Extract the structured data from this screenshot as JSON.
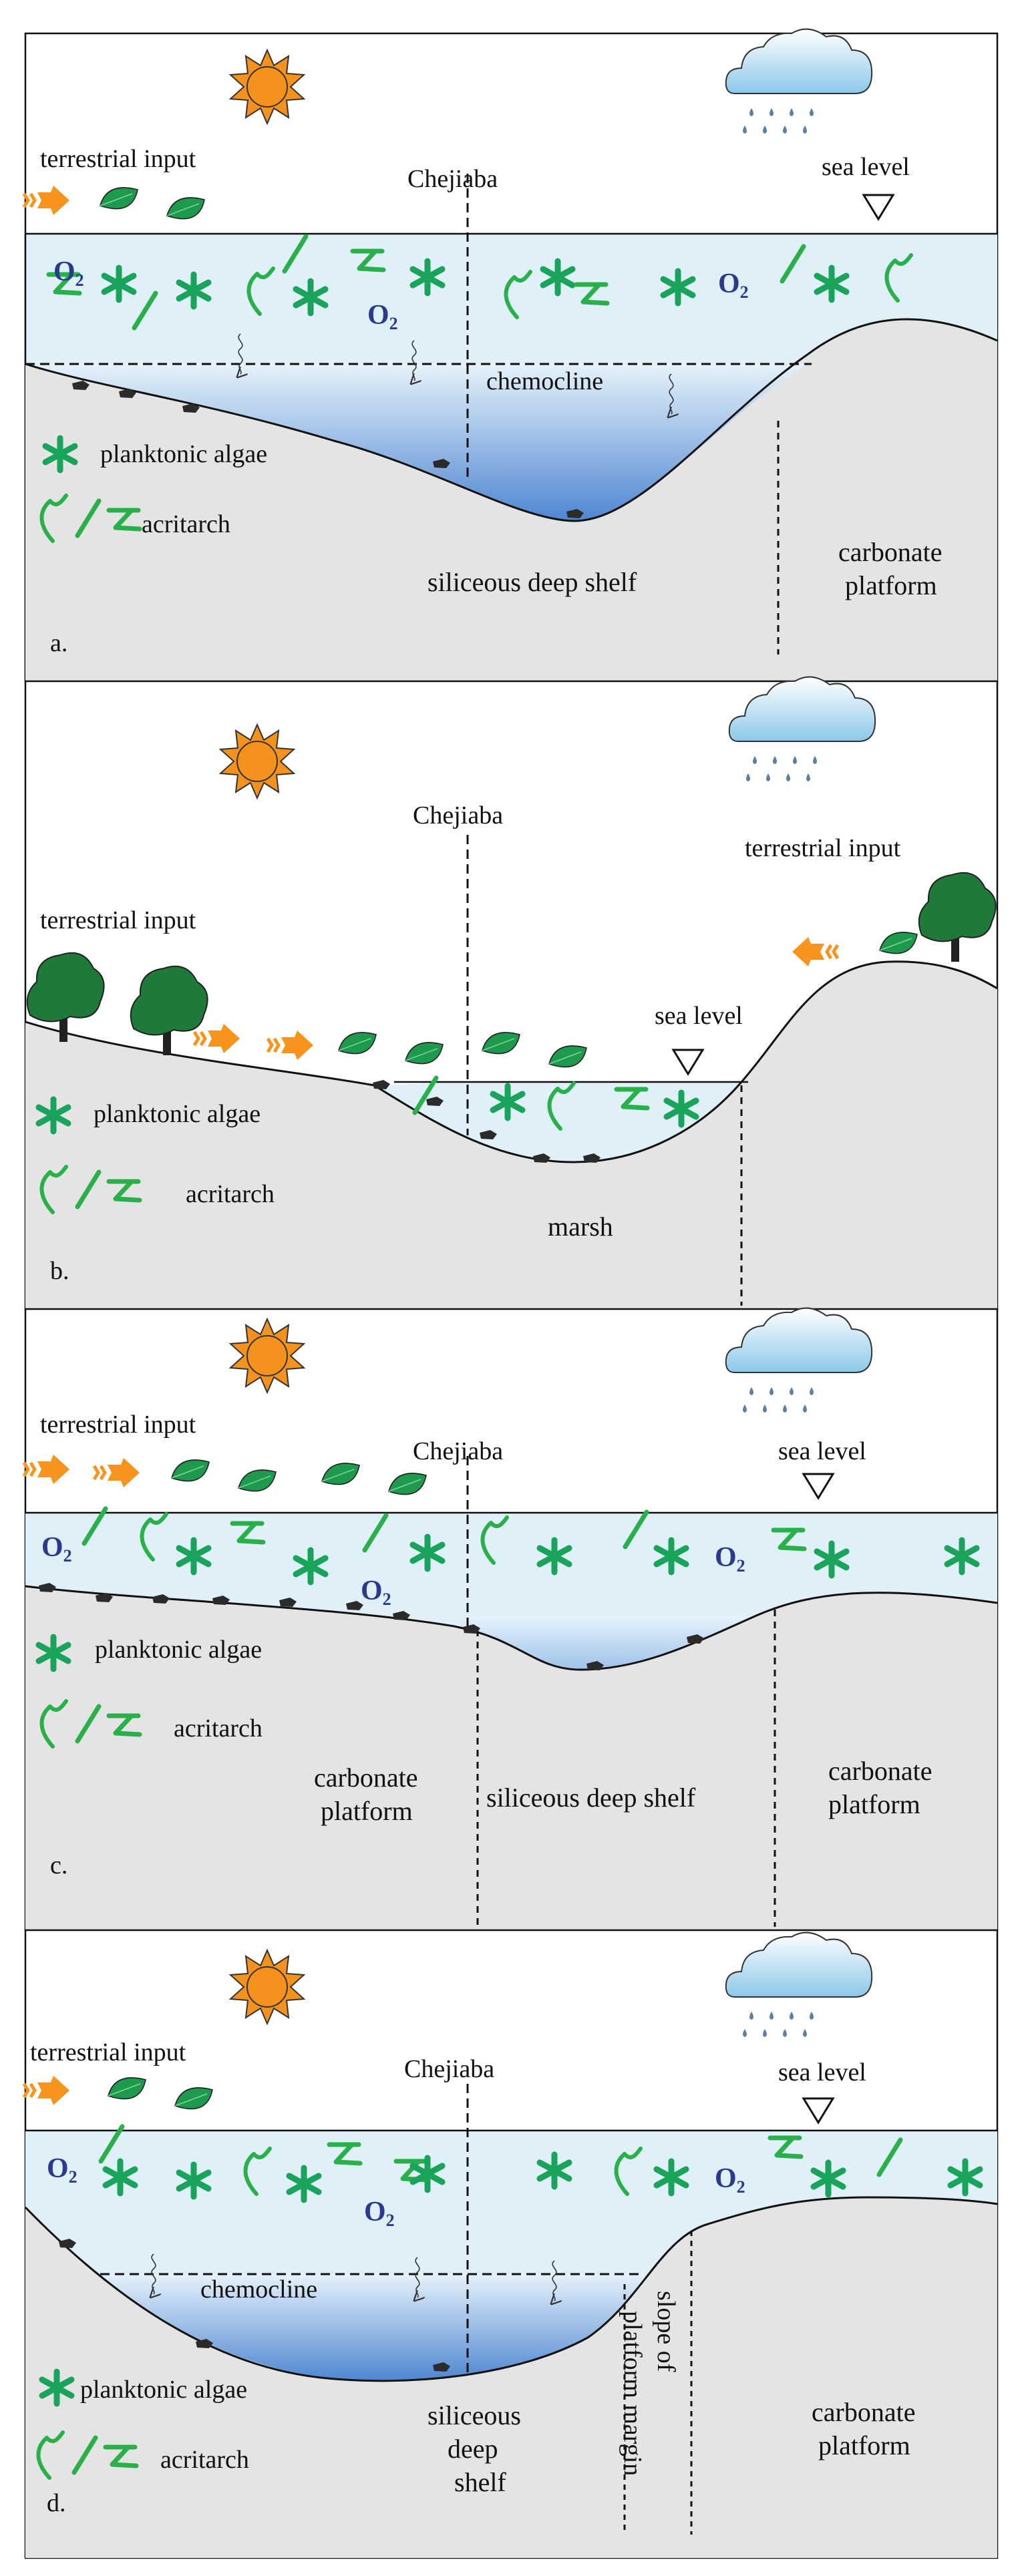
{
  "panels": [
    {
      "id": "a",
      "panel_label": "a.",
      "terrestrial_input": "terrestrial input",
      "location": "Chejiaba",
      "sea_level": "sea level",
      "chemocline": "chemocline",
      "legend": {
        "algae": "planktonic algae",
        "acritarch": "acritarch"
      },
      "zones": [
        "siliceous deep shelf",
        "carbonate",
        "platform"
      ],
      "oxygen": "O"
    },
    {
      "id": "b",
      "panel_label": "b.",
      "terrestrial_input_left": "terrestrial input",
      "terrestrial_input_right": "terrestrial input",
      "location": "Chejiaba",
      "sea_level": "sea level",
      "legend": {
        "algae": "planktonic algae",
        "acritarch": "acritarch"
      },
      "zones": [
        "marsh"
      ]
    },
    {
      "id": "c",
      "panel_label": "c.",
      "terrestrial_input": "terrestrial input",
      "location": "Chejiaba",
      "sea_level": "sea level",
      "legend": {
        "algae": "planktonic algae",
        "acritarch": "acritarch"
      },
      "zones": [
        "carbonate",
        "platform",
        "siliceous deep shelf",
        "carbonate",
        "platform"
      ],
      "oxygen": "O"
    },
    {
      "id": "d",
      "panel_label": "d.",
      "terrestrial_input": "terrestrial input",
      "location": "Chejiaba",
      "sea_level": "sea level",
      "chemocline": "chemocline",
      "legend": {
        "algae": "planktonic algae",
        "acritarch": "acritarch"
      },
      "zones": [
        "siliceous",
        "deep",
        "shelf",
        "slope of",
        "platform margin",
        "carbonate",
        "platform"
      ],
      "oxygen": "O"
    }
  ],
  "colors": {
    "water": "#dff0f8",
    "ground": "#e4e4e4",
    "deep_water": "#5f95d8",
    "algae": "#1aa35a",
    "sun": "#f5921e",
    "arrow": "#f7941d",
    "leaf": "#1e9a4f",
    "tree": "#1f7a3a",
    "o2": "#2b3a8c"
  }
}
